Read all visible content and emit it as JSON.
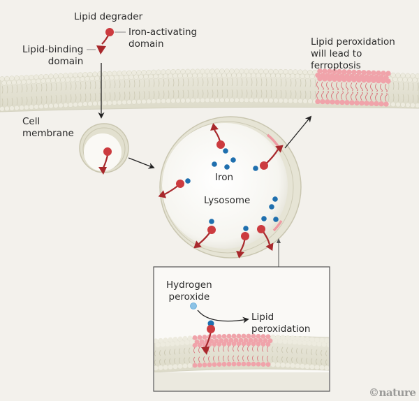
{
  "figure": {
    "labels": {
      "lipid_degrader": "Lipid degrader",
      "iron_activating_domain": "Iron-activating\ndomain",
      "lipid_binding_domain": "Lipid-binding\ndomain",
      "cell_membrane": "Cell\nmembrane",
      "ferroptosis_note": "Lipid peroxidation\nwill lead to\nferroptosis",
      "iron": "Iron",
      "lysosome": "Lysosome",
      "hydrogen_peroxide": "Hydrogen\nperoxide",
      "lipid_peroxidation": "Lipid\nperoxidation"
    },
    "credit": "©nature",
    "colors": {
      "background": "#f3f1ec",
      "membrane": "#e4e2d2",
      "membrane_head": "#edebdf",
      "membrane_tail": "#c9c6b0",
      "peroxidized": "#f0a3aa",
      "peroxidized_tail": "#d9707a",
      "degrader_head": "#cc3b3f",
      "degrader_tail": "#a8282c",
      "iron": "#1f6fae",
      "hydrogen_peroxide": "#8cc3e6",
      "arrow": "#222222",
      "inset_border": "#555555"
    }
  }
}
